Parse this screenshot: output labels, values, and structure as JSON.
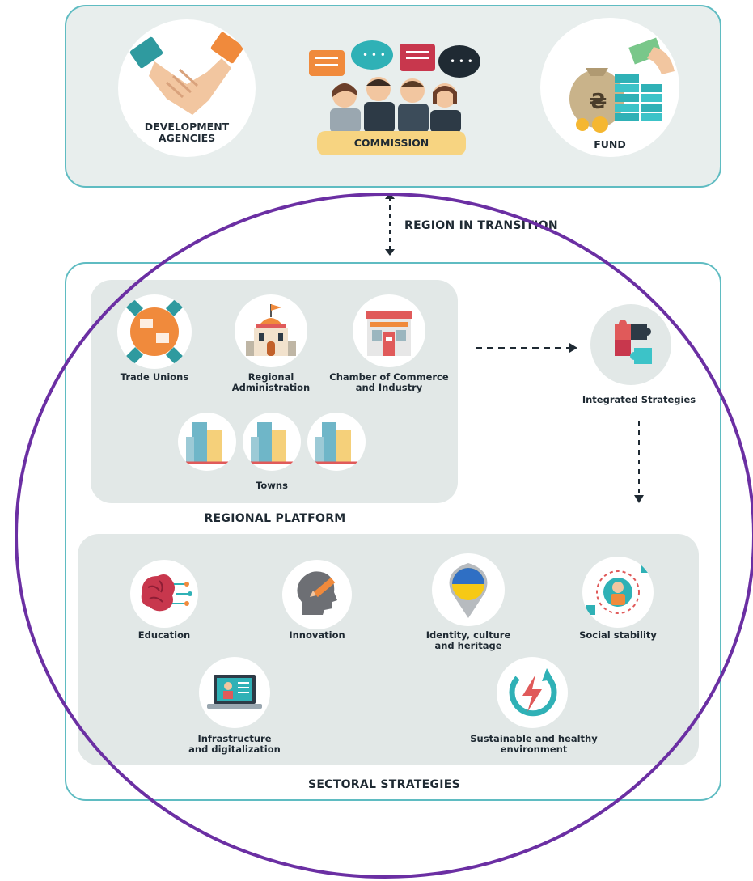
{
  "top": {
    "development_agencies": "DEVELOPMENT\nAGENCIES",
    "commission": "COMMISSION",
    "fund": "FUND"
  },
  "transition_label": "REGION IN TRANSITION",
  "regional": {
    "trade_unions": "Trade Unions",
    "regional_administration": "Regional\nAdministration",
    "chamber": "Chamber of Commerce\nand Industry",
    "towns": "Towns",
    "title": "REGIONAL PLATFORM"
  },
  "integrated": "Integrated Strategies",
  "sectoral": {
    "education": "Education",
    "innovation": "Innovation",
    "identity": "Identity, culture\nand heritage",
    "social": "Social stability",
    "infrastructure": "Infrastructure\nand digitalization",
    "sustainable": "Sustainable and healthy\nenvironment",
    "title": "SECTORAL STRATEGIES"
  },
  "colors": {
    "panel_border": "#5fbcc2",
    "ring": "#6b2fa3",
    "commission_band": "#f7d481",
    "accent_orange": "#f08a3c",
    "accent_teal": "#2fb1b6",
    "accent_red": "#e05a5a"
  },
  "icons": {
    "development_agencies": "handshake-icon",
    "commission": "people-speech-icon",
    "fund": "money-bag-icon",
    "trade_unions": "hands-together-icon",
    "regional_administration": "government-building-icon",
    "chamber": "storefront-icon",
    "towns": "building-icon",
    "integrated": "puzzle-icon",
    "education": "brain-circuit-icon",
    "innovation": "head-pencil-icon",
    "identity": "ukraine-pin-icon",
    "social": "network-person-icon",
    "infrastructure": "laptop-icon",
    "sustainable": "renewable-energy-icon"
  }
}
